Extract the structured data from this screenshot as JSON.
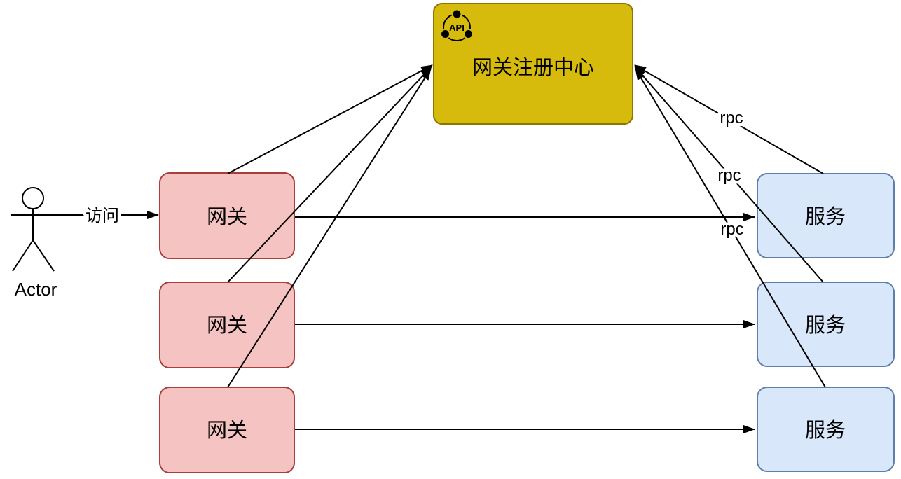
{
  "diagram": {
    "actor": {
      "label": "Actor"
    },
    "access_label": "访问",
    "registry": {
      "label": "网关注册中心",
      "icon": "api-share-icon",
      "icon_text": "API"
    },
    "gateways": [
      {
        "label": "网关"
      },
      {
        "label": "网关"
      },
      {
        "label": "网关"
      }
    ],
    "services": [
      {
        "label": "服务"
      },
      {
        "label": "服务"
      },
      {
        "label": "服务"
      }
    ],
    "rpc_labels": [
      "rpc",
      "rpc",
      "rpc"
    ],
    "colors": {
      "background": "#ffffff",
      "edge": "#000000",
      "registry_fill": "#d6bb0d",
      "registry_stroke": "#8f7400",
      "gateway_fill": "#f5c4c2",
      "gateway_stroke": "#aa3e3b",
      "service_fill": "#d9e7fb",
      "service_stroke": "#5f7ea9"
    }
  }
}
